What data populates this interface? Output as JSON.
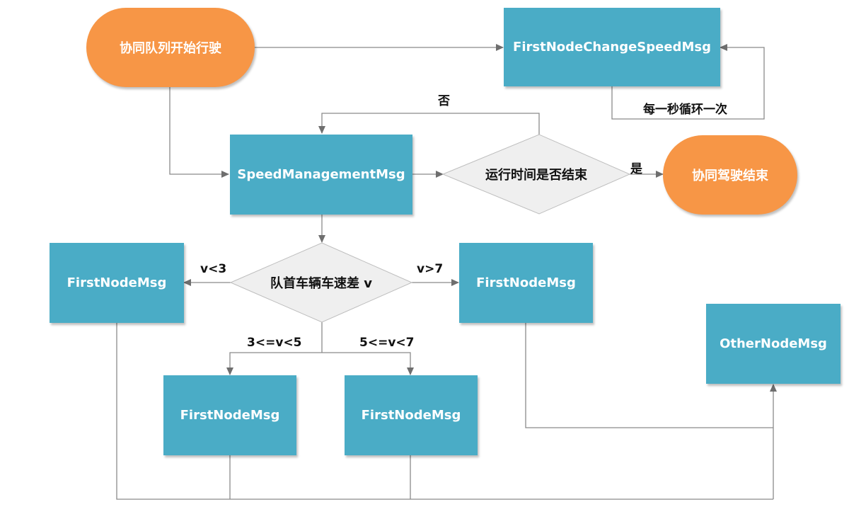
{
  "nodes": {
    "start": "协同队列开始行驶",
    "change_speed": "FirstNodeChangeSpeedMsg",
    "speed_mgmt": "SpeedManagementMsg",
    "end": "协同驾驶结束",
    "first_left": "FirstNodeMsg",
    "first_right": "FirstNodeMsg",
    "first_mid_left": "FirstNodeMsg",
    "first_mid_right": "FirstNodeMsg",
    "other": "OtherNodeMsg"
  },
  "decisions": {
    "time_end": "运行时间是否结束",
    "speed_diff": "队首车辆车速差 v"
  },
  "edge_labels": {
    "no": "否",
    "yes": "是",
    "loop": "每一秒循环一次",
    "lt3": "v<3",
    "gt7": "v>7",
    "range_3_5": "3<=v<5",
    "range_5_7": "5<=v<7"
  },
  "colors": {
    "process": "#4aacc6",
    "terminal": "#f79646",
    "decision": "#efefef",
    "line": "#8a8a8a"
  }
}
